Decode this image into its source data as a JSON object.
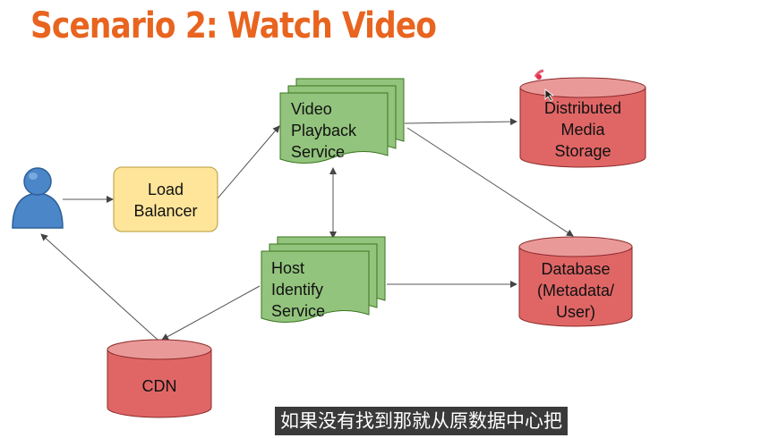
{
  "title": "Scenario 2: Watch Video",
  "nodes": {
    "load_balancer": [
      "Load",
      "Balancer"
    ],
    "video_playback": [
      "Video",
      "Playback",
      "Service"
    ],
    "host_identify": [
      "Host",
      "Identify",
      "Service"
    ],
    "media_storage": [
      "Distributed",
      "Media",
      "Storage"
    ],
    "database": [
      "Database",
      "(Metadata/",
      "User)"
    ],
    "cdn": [
      "CDN"
    ]
  },
  "subtitle": "如果没有找到那就从原数据中心把",
  "colors": {
    "title": "#e8641f",
    "service_fill": "#93c47d",
    "service_stroke": "#38761d",
    "balancer_fill": "#ffe599",
    "db_fill": "#e06666",
    "db_top": "#ea9999",
    "user_icon": "#4a86c8"
  },
  "icons": [
    "user-icon",
    "cursor-icon"
  ]
}
